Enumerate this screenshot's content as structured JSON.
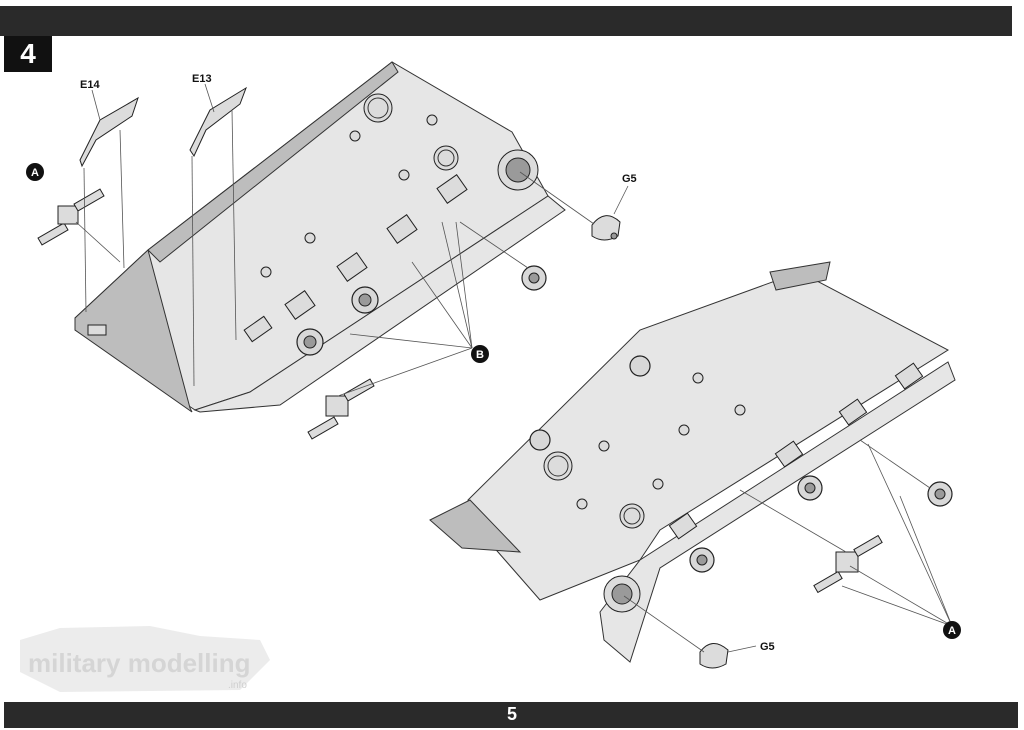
{
  "page": {
    "step_number": "4",
    "page_number": "5"
  },
  "labels": {
    "e14": "E14",
    "e13": "E13",
    "g5_top": "G5",
    "g5_bottom": "G5",
    "a_top": "A",
    "b": "B",
    "a_bottom": "A"
  },
  "watermark": {
    "text": "military modelling",
    "suffix": ".info"
  }
}
